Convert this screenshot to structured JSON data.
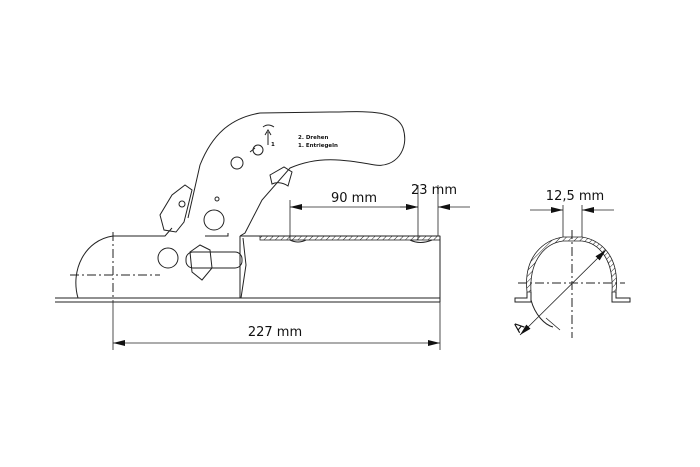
{
  "dimensions": {
    "overall_length": "227 mm",
    "segment_length": "90 mm",
    "segment_gap": "23 mm",
    "profile_width": "12,5 mm",
    "diameter_label": "A"
  },
  "handle_labels": {
    "step_2": "2. Drehen",
    "step_1": "1. Entriegeln",
    "arrow_number": "1"
  }
}
